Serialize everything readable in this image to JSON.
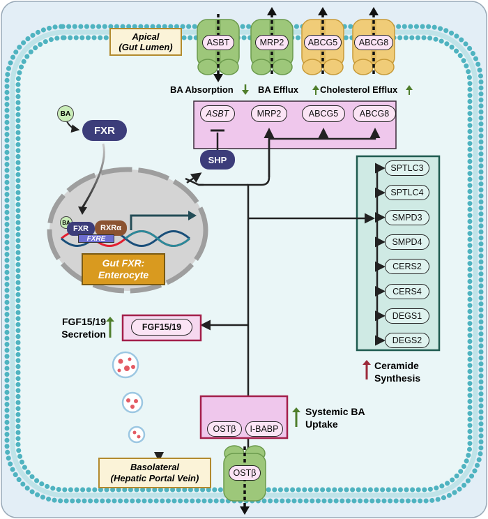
{
  "regions": {
    "apical": [
      "Apical",
      "(Gut Lumen)"
    ],
    "basolateral": [
      "Basolateral",
      "(Hepatic Portal Vein)"
    ],
    "nucleus": [
      "Gut FXR:",
      "Enterocyte"
    ]
  },
  "transporters": {
    "membrane": [
      "ASBT",
      "MRP2",
      "ABCG5",
      "ABCG8"
    ],
    "basolateral": "OSTβ"
  },
  "effects": {
    "absorption": "BA Absorption",
    "efflux": "BA Efflux",
    "cholesterol": "Cholesterol Efflux",
    "fgf": [
      "FGF15/19",
      "Secretion"
    ],
    "uptake": [
      "Systemic BA",
      "Uptake"
    ],
    "ceramide": [
      "Ceramide",
      "Synthesis"
    ]
  },
  "molecules": {
    "ba": "BA",
    "ba_bound": "BA",
    "fxr": "FXR",
    "fxr_nuclear": "FXR",
    "rxr": "RXRα",
    "fxre": "FXRE",
    "shp": "SHP",
    "fgf": "FGF15/19"
  },
  "target_genes": [
    "ASBT",
    "MRP2",
    "ABCG5",
    "ABCG8"
  ],
  "uptake_genes": [
    "OSTβ",
    "I-BABP"
  ],
  "ceramide_genes": [
    "SPTLC3",
    "SPTLC4",
    "SMPD3",
    "SMPD4",
    "CERS2",
    "CERS4",
    "DEGS1",
    "DEGS2"
  ],
  "colors": {
    "cytoplasm": "#eaf6f7",
    "membrane": "#4fb3c0",
    "gene_box": "#efc7ec",
    "ceramide_box": "#cfeae4",
    "region_label": "#fbf3d8",
    "nucleus_label": "#d99a1f",
    "fxr": "#3c3d7a",
    "rxr": "#8b5331",
    "up_green": "#4f7e2c",
    "up_red": "#9b2a3a"
  }
}
